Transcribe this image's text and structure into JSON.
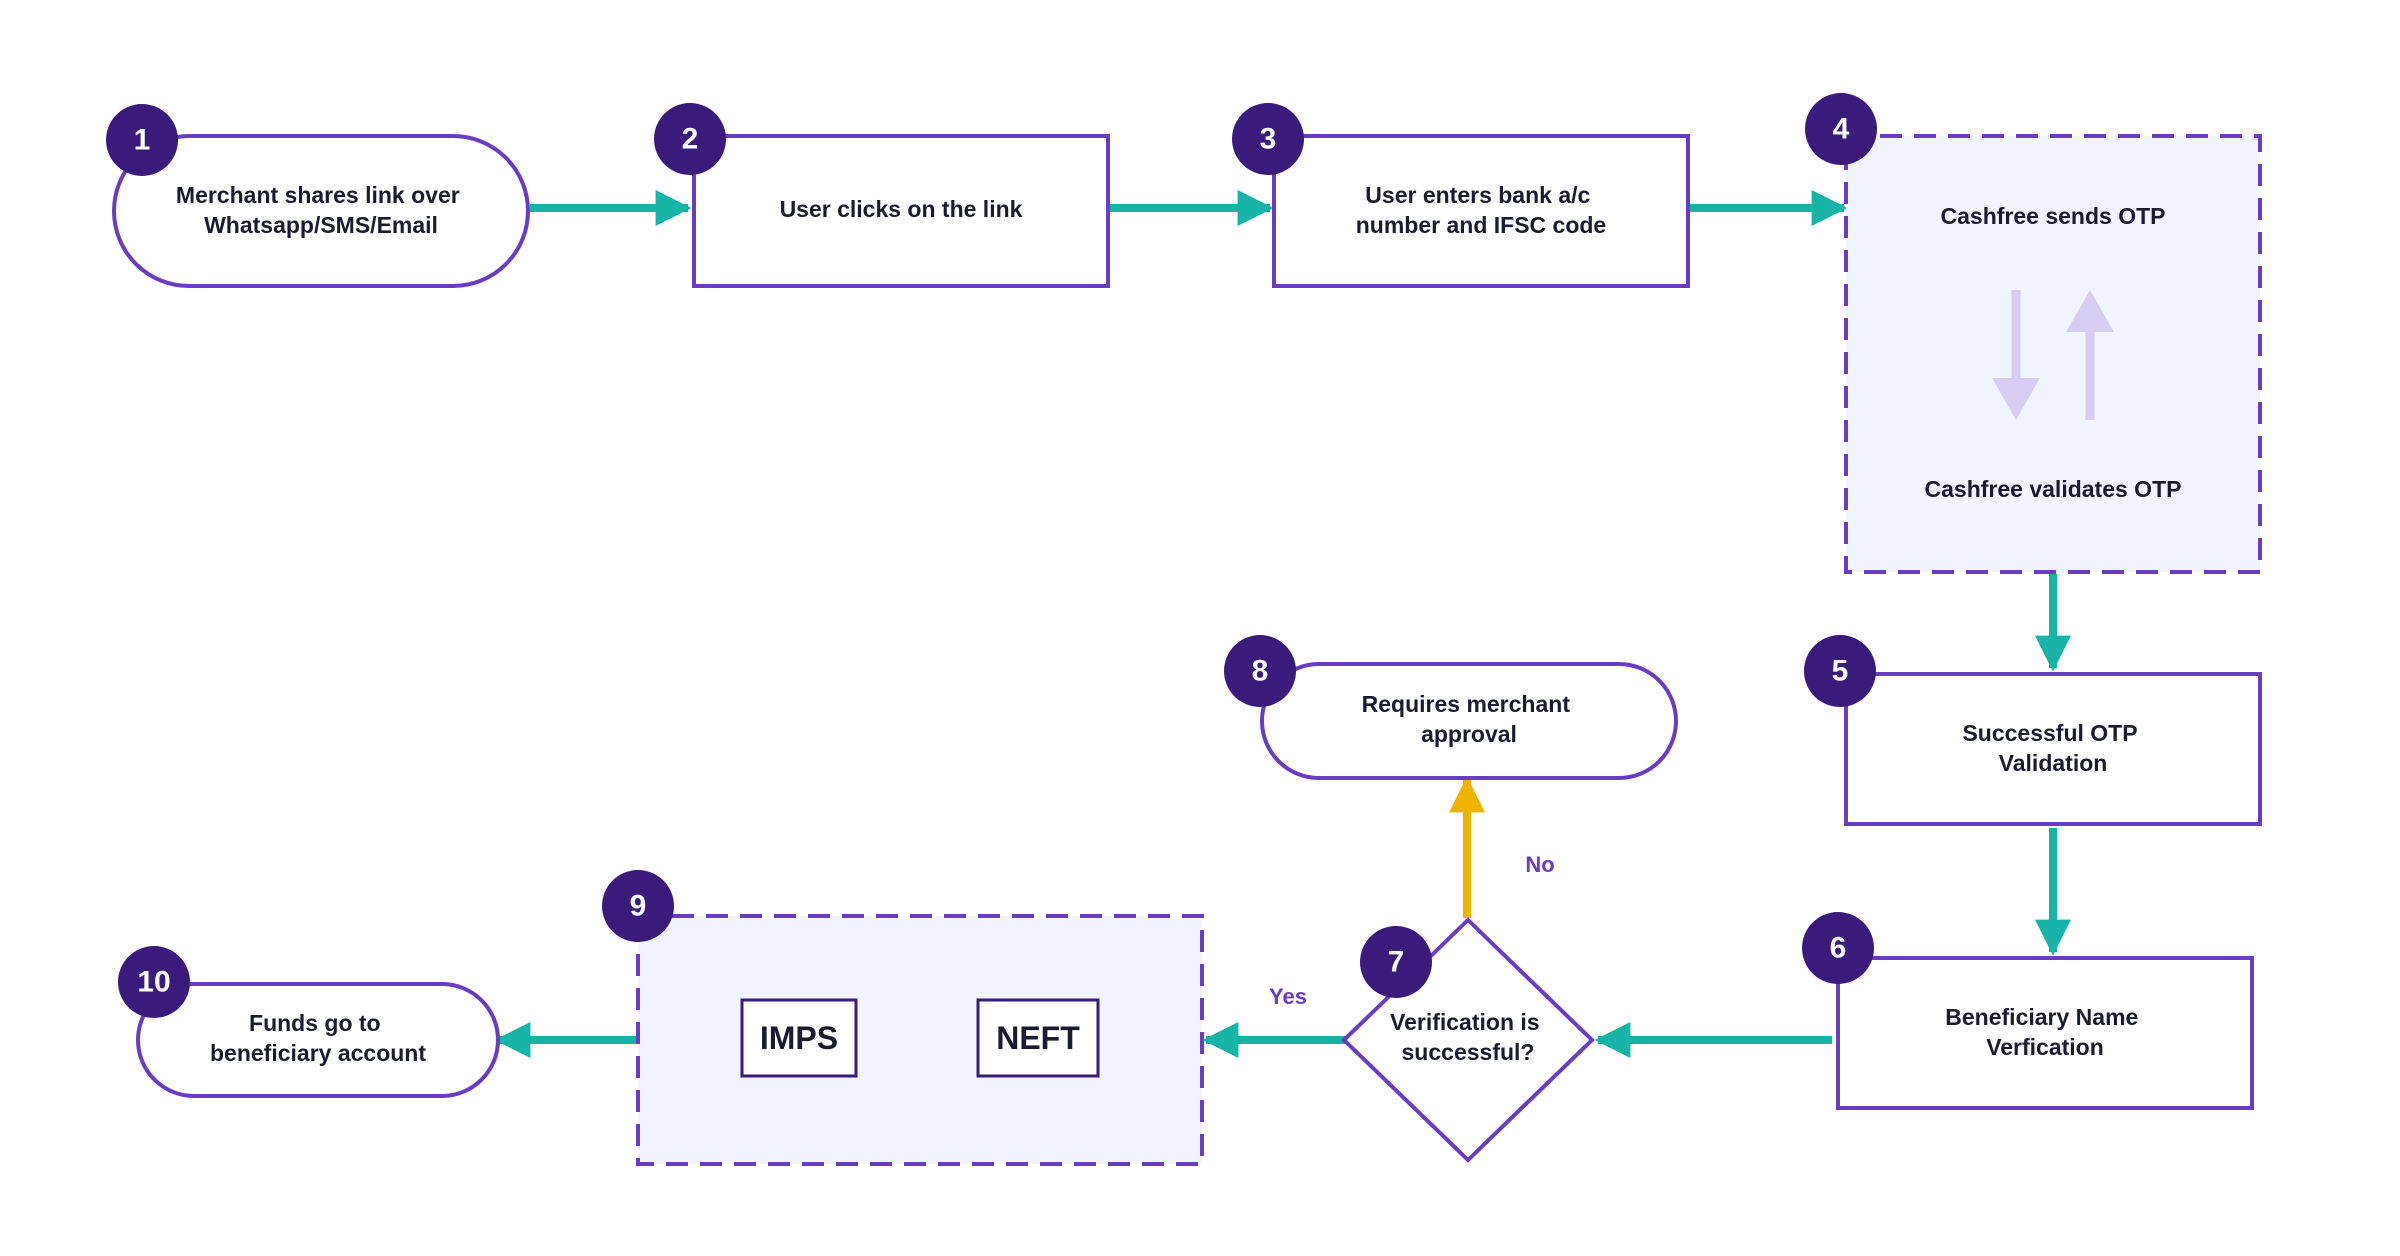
{
  "colors": {
    "node_border": "#6a3cc4",
    "badge_fill": "#3a1a7a",
    "flow_arrow": "#17b3a6",
    "reject_arrow": "#f0b400",
    "group_fill": "#f2f4fd",
    "otp_arrows": "#d7cdf2",
    "label_color": "#6a3cc4"
  },
  "nodes": {
    "n1": {
      "badge": "1",
      "lines": [
        "Merchant shares link over",
        "Whatsapp/SMS/Email"
      ]
    },
    "n2": {
      "badge": "2",
      "lines": [
        "User clicks on the link"
      ]
    },
    "n3": {
      "badge": "3",
      "lines": [
        "User enters bank a/c",
        "number and IFSC code"
      ]
    },
    "n4": {
      "badge": "4",
      "top": "Cashfree sends OTP",
      "bottom": "Cashfree validates OTP"
    },
    "n5": {
      "badge": "5",
      "lines": [
        "Successful OTP",
        "Validation"
      ]
    },
    "n6": {
      "badge": "6",
      "lines": [
        "Beneficiary Name",
        "Verfication"
      ]
    },
    "n7": {
      "badge": "7",
      "lines": [
        "Verification is",
        "successful?"
      ]
    },
    "n8": {
      "badge": "8",
      "lines": [
        "Requires merchant",
        "approval"
      ]
    },
    "n9": {
      "badge": "9",
      "modes": [
        "IMPS",
        "NEFT"
      ]
    },
    "n10": {
      "badge": "10",
      "lines": [
        "Funds go to",
        "beneficiary account"
      ]
    }
  },
  "edges": {
    "yes_label": "Yes",
    "no_label": "No"
  }
}
